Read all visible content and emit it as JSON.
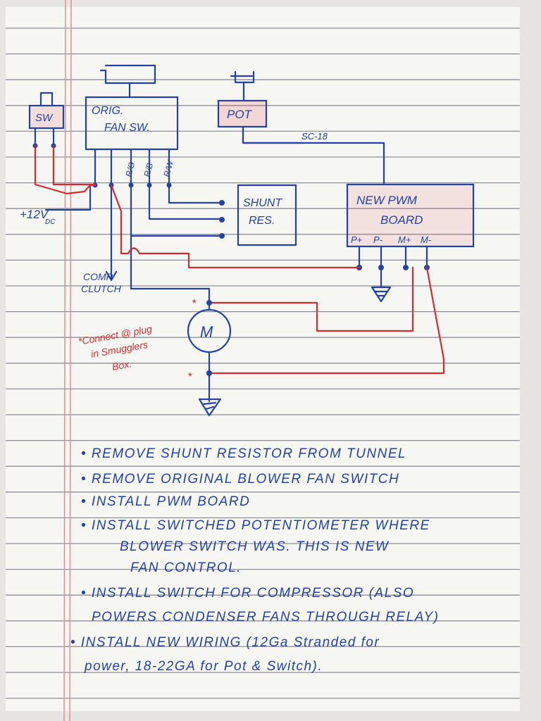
{
  "diagram": {
    "switch_label": "SW",
    "orig_switch_label_line1": "ORIG.",
    "orig_switch_label_line2": "FAN SW.",
    "pot_label": "POT",
    "wire_gauge_label": "SC-18",
    "terminal_labels": [
      "R/G",
      "R/B",
      "R/W"
    ],
    "supply_label": "+12V",
    "supply_sub_label": "DC",
    "shunt_label_line1": "SHUNT",
    "shunt_label_line2": "RES.",
    "pwm_label_line1": "NEW PWM",
    "pwm_label_line2": "BOARD",
    "pwm_pins": [
      "P+",
      "P-",
      "M+",
      "M-"
    ],
    "comp_label_line1": "COMP",
    "comp_label_line2": "CLUTCH",
    "motor_label": "M",
    "star_mark": "*",
    "red_note_line1": "*Connect @ plug",
    "red_note_line2": "in Smugglers",
    "red_note_line3": "Box."
  },
  "notes": [
    "• REMOVE SHUNT RESISTOR FROM TUNNEL",
    "• REMOVE ORIGINAL BLOWER FAN SWITCH",
    "• INSTALL PWM BOARD",
    "• INSTALL SWITCHED POTENTIOMETER WHERE",
    "BLOWER SWITCH WAS. THIS IS NEW",
    "FAN CONTROL.",
    "• INSTALL SWITCH FOR COMPRESSOR (ALSO",
    "POWERS CONDENSER FANS THROUGH RELAY)",
    "• INSTALL NEW WIRING (12Ga Stranded for",
    "power, 18-22GA for Pot & Switch)."
  ],
  "colors": {
    "blue_ink": "#2443a0",
    "red_ink": "#d42a30",
    "paper": "#f6f6f3"
  }
}
